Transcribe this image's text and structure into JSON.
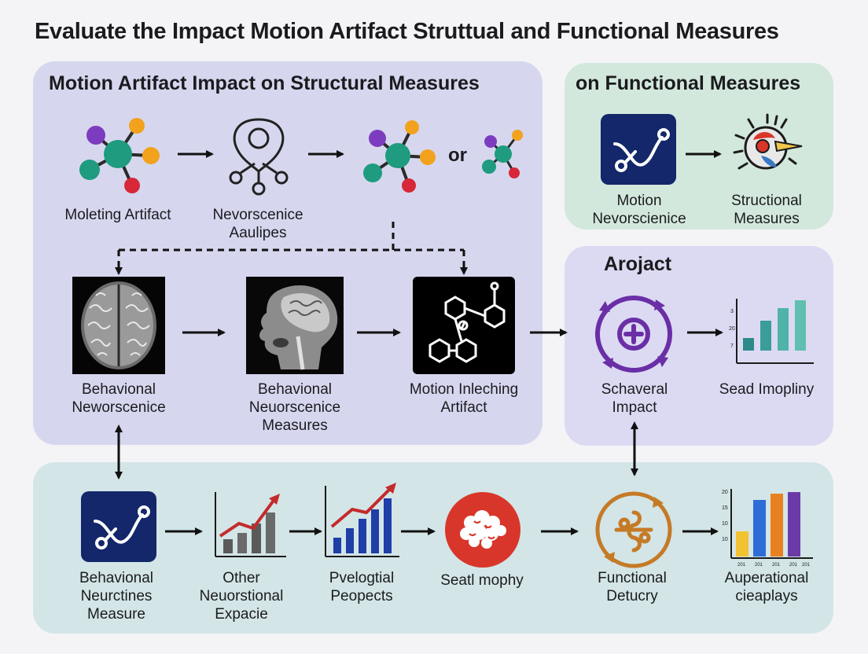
{
  "title": "Evaluate the Impact Motion Artifact Struttual and Functional Measures",
  "structural_panel": {
    "title": "Motion Artifact Impact on Structural Measures",
    "or_text": "or",
    "labels": {
      "moleting": "Moleting Artifact",
      "nevorscenice_1": "Nevorscenice",
      "nevorscenice_2": "Aaulipes",
      "behavioral_a_1": "Behavional",
      "behavioral_a_2": "Neworscenice",
      "behavioral_b_1": "Behavional",
      "behavioral_b_2": "Neuorscenice",
      "behavioral_b_3": "Measures",
      "motion_inleching_1": "Motion Inleching",
      "motion_inleching_2": "Artifact"
    }
  },
  "functional_panel": {
    "title": "on Functional Measures",
    "labels": {
      "motion_1": "Motion",
      "motion_2": "Nevorscienice",
      "structional_1": "Structional",
      "structional_2": "Measures"
    }
  },
  "impact_panel": {
    "title": "Arojact",
    "labels": {
      "schaveral_1": "Schaveral",
      "schaveral_2": "Impact",
      "sead": "Sead Imopliny"
    },
    "mini_chart_ticks": [
      "3",
      "20",
      "7"
    ]
  },
  "bottom_panel": {
    "labels": {
      "b1_1": "Behavional",
      "b1_2": "Neurctines",
      "b1_3": "Measure",
      "b2_1": "Other",
      "b2_2": "Neuorstional",
      "b2_3": "Expacie",
      "b3_1": "Pvelogtial",
      "b3_2": "Peopects",
      "b4": "Seatl mophy",
      "b5_1": "Functional",
      "b5_2": "Detucry",
      "b6_1": "Auperational",
      "b6_2": "cieaplays"
    },
    "bar_ticks": [
      "20",
      "15",
      "10",
      "10"
    ],
    "bar_xlabels": [
      "201",
      "201",
      "201",
      "201",
      "201"
    ]
  },
  "colors": {
    "structural_bg": "#d6d7ee",
    "functional_bg": "#d3e8dc",
    "impact_bg": "#dcdaf2",
    "bottom_bg": "#d3e5e7",
    "navy_icon": "#13276a",
    "purple": "#6a2fa6",
    "teal": "#1f9b7f",
    "red_badge": "#d9362b",
    "orange": "#c57a26"
  }
}
